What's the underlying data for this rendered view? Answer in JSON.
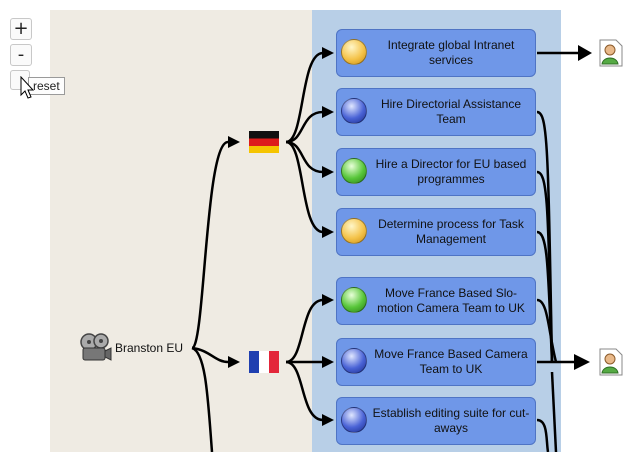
{
  "zoom": {
    "in_label": "+",
    "out_label": "-",
    "reset_tooltip": "reset"
  },
  "root": {
    "label": "Branston EU",
    "icon": "film-reel-icon"
  },
  "groups": [
    {
      "flag": "germany-flag"
    },
    {
      "flag": "france-flag"
    }
  ],
  "tasks": [
    {
      "label": "Integrate global Intranet services",
      "status": "yellow"
    },
    {
      "label": "Hire Directorial Assistance Team",
      "status": "blue"
    },
    {
      "label": "Hire a Director for EU based programmes",
      "status": "green"
    },
    {
      "label": "Determine process for Task Management",
      "status": "yellow"
    },
    {
      "label": "Move France Based Slo-motion Camera Team to UK",
      "status": "green"
    },
    {
      "label": "Move France Based Camera Team to UK",
      "status": "blue"
    },
    {
      "label": "Establish editing suite for cut-aways",
      "status": "blue"
    }
  ],
  "colors": {
    "task_fill": "#6f97e8",
    "blue_panel": "#b8cfe7",
    "beige_panel": "#efebe3",
    "status_yellow": "#f4c34a",
    "status_blue": "#4a63d6",
    "status_green": "#58c63a"
  },
  "outputs": [
    {
      "icon": "user-document-icon"
    },
    {
      "icon": "user-document-icon"
    }
  ]
}
